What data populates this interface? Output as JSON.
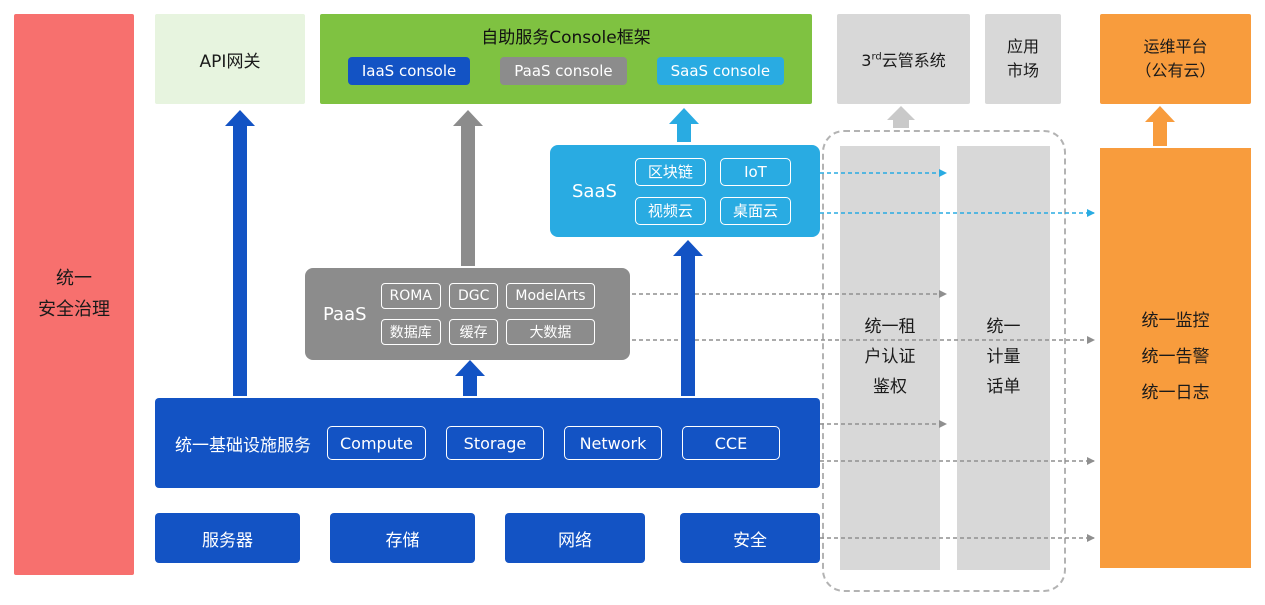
{
  "colors": {
    "red": "#F7706E",
    "palegreen": "#E7F4DF",
    "green": "#7FC241",
    "blue": "#1353C4",
    "gray": "#8C8C8C",
    "lightgray": "#D8D8D8",
    "cyan": "#29ABE2",
    "orange": "#F89C3D"
  },
  "left_bar": {
    "label": "统一\n安全治理"
  },
  "top": {
    "api_gateway": "API网关",
    "console_frame": {
      "title": "自助服务Console框架",
      "chips": [
        "IaaS console",
        "PaaS console",
        "SaaS console"
      ]
    },
    "third_cloud": {
      "num": "3",
      "sup": "rd",
      "rest": "云管系统"
    },
    "app_market": "应用\n市场",
    "om_platform": "运维平台\n（公有云）"
  },
  "saas": {
    "label": "SaaS",
    "chips": [
      "区块链",
      "IoT",
      "视频云",
      "桌面云"
    ]
  },
  "paas": {
    "label": "PaaS",
    "chips": [
      "ROMA",
      "DGC",
      "ModelArts",
      "数据库",
      "缓存",
      "大数据"
    ]
  },
  "infra": {
    "label": "统一基础设施服务",
    "chips": [
      "Compute",
      "Storage",
      "Network",
      "CCE"
    ]
  },
  "bottom_row": [
    "服务器",
    "存储",
    "网络",
    "安全"
  ],
  "right": {
    "auth_bar": "统一租\n户认证\n鉴权",
    "metering_bar": "统一\n计量\n话单",
    "monitor_box": "统一监控\n统一告警\n统一日志"
  }
}
